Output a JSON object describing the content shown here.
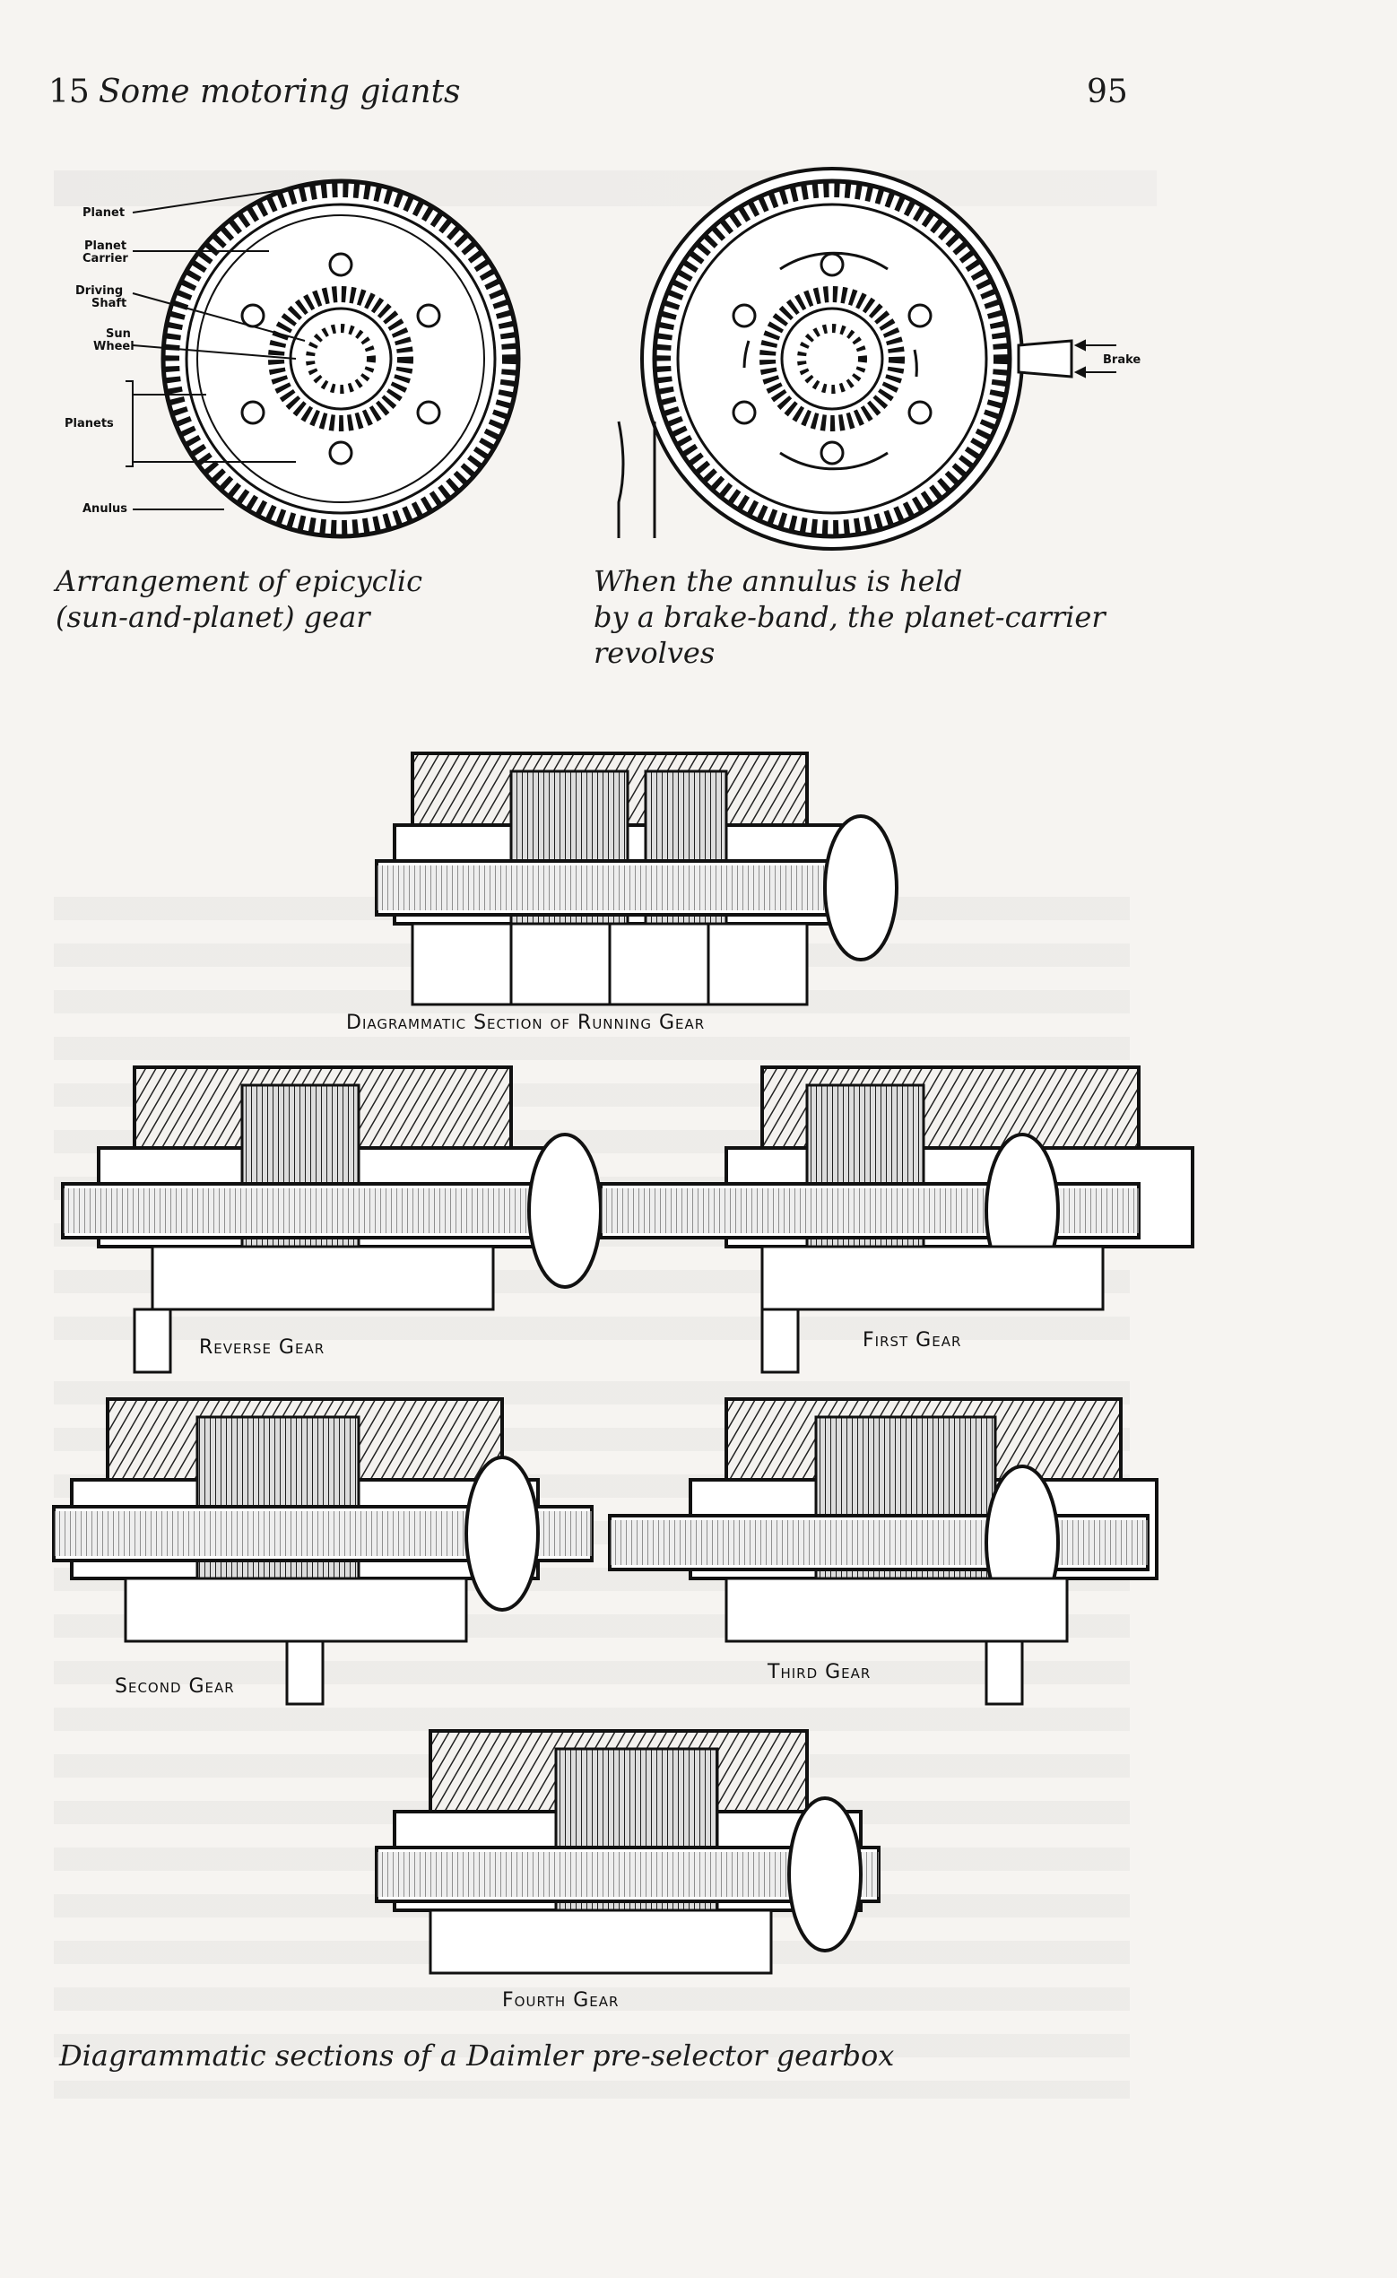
{
  "header": {
    "chapter_number": "15",
    "chapter_title": "Some motoring giants",
    "page_number": "95"
  },
  "figure_epicyclic": {
    "part_labels": {
      "planet": "Planet",
      "planet_carrier_line1": "Planet",
      "planet_carrier_line2": "Carrier",
      "driving_shaft_line1": "Driving",
      "driving_shaft_line2": "Shaft",
      "sun_wheel_line1": "Sun",
      "sun_wheel_line2": "Wheel",
      "planets": "Planets",
      "annulus": "Anulus",
      "brake": "Brake"
    },
    "caption_left_line1": "Arrangement of epicyclic",
    "caption_left_line2": "(sun-and-planet) gear",
    "caption_right_line1": "When the annulus is held",
    "caption_right_line2": "by a brake-band, the planet-carrier",
    "caption_right_line3": "revolves"
  },
  "figure_gearbox": {
    "running_gear": "Diagrammatic Section of Running Gear",
    "reverse_gear": "Reverse Gear",
    "first_gear": "First Gear",
    "second_gear": "Second Gear",
    "third_gear": "Third Gear",
    "fourth_gear": "Fourth Gear",
    "caption": "Diagrammatic sections of a Daimler pre-selector gearbox"
  }
}
